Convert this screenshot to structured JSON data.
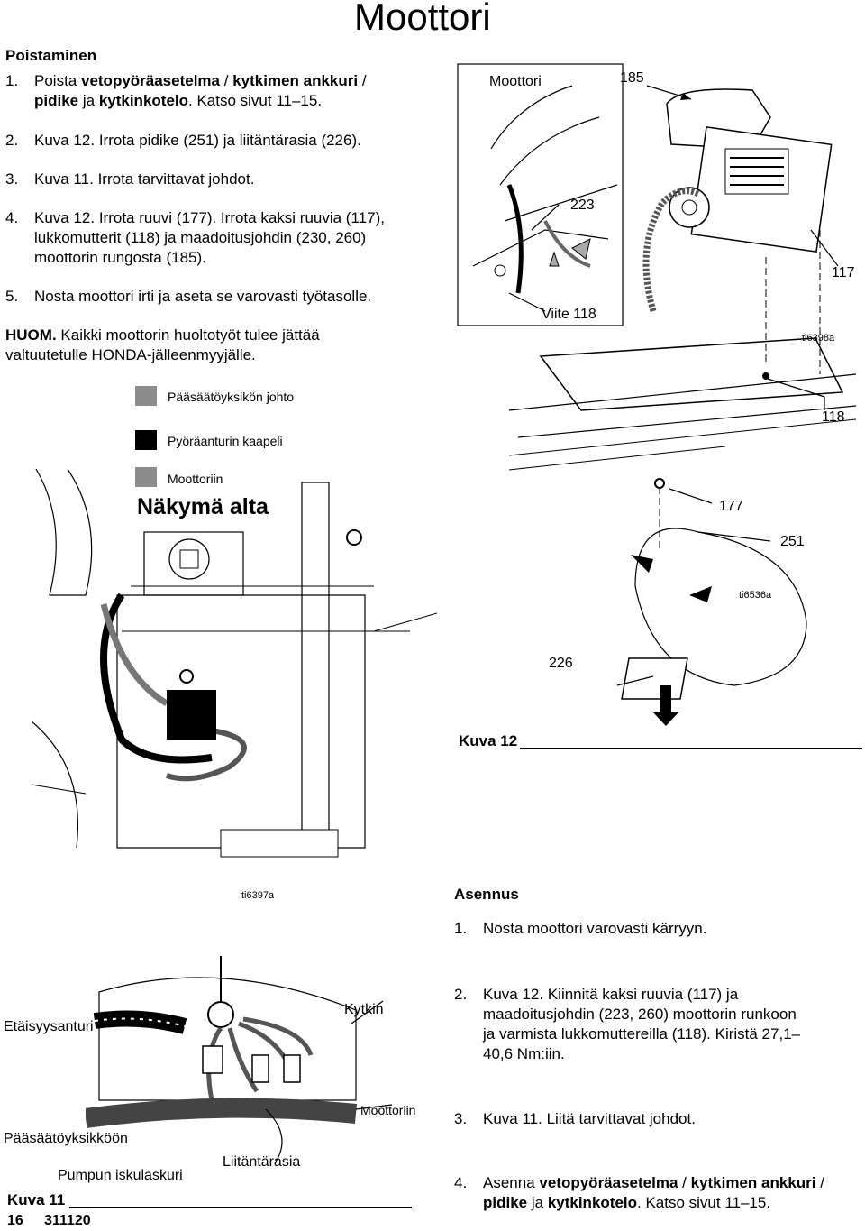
{
  "page": {
    "title": "Moottori",
    "footer_page": "16",
    "footer_doc": "311120"
  },
  "removal": {
    "heading": "Poistaminen",
    "steps": [
      {
        "num": "1.",
        "pre": "Poista ",
        "b1": "vetopyöräasetelma",
        "mid1": " / ",
        "b2": "kytkimen ankkuri",
        "mid2": " / ",
        "b3": "pidike",
        "mid3": " ja ",
        "b4": "kytkinkotelo",
        "post": ". Katso sivut 11–15."
      },
      {
        "num": "2.",
        "text": "Kuva 12. Irrota pidike (251) ja liitäntärasia (226)."
      },
      {
        "num": "3.",
        "text": "Kuva 11. Irrota tarvittavat johdot."
      },
      {
        "num": "4.",
        "text": "Kuva 12. Irrota ruuvi (177). Irrota kaksi ruuvia (117), lukkomutterit (118) ja maadoitusjohdin (230, 260) moottorin rungosta (185)."
      },
      {
        "num": "5.",
        "text": "Nosta moottori irti ja aseta se varovasti työtasolle."
      }
    ],
    "note_label": "HUOM.",
    "note_text": " Kaikki moottorin huoltotyöt tulee jättää valtuutetulle HONDA-jälleenmyyjälle."
  },
  "legend": [
    {
      "label": "Pääsäätöyksikön johto",
      "color": "#8c8c8c"
    },
    {
      "label": "Pyöräanturin kaapeli",
      "color": "#000000"
    },
    {
      "label": "Moottoriin",
      "color": "#8c8c8c"
    }
  ],
  "fig_top": {
    "inset_label": "Moottori",
    "callouts": {
      "c185": "185",
      "c223": "223",
      "c117": "117",
      "c118": "118",
      "viite": "Viite 118",
      "ref": "ti6398a"
    }
  },
  "fig_underside": {
    "title": "Näkymä alta",
    "ref": "ti6397a"
  },
  "fig12": {
    "callouts": {
      "c177": "177",
      "c251": "251",
      "c226": "226",
      "ref": "ti6536a"
    },
    "caption": "Kuva 12"
  },
  "install": {
    "heading": "Asennus",
    "steps": [
      {
        "num": "1.",
        "text": "Nosta moottori varovasti kärryyn."
      },
      {
        "num": "2.",
        "text": "Kuva 12. Kiinnitä kaksi ruuvia (117) ja maadoitusjohdin (223, 260) moottorin runkoon ja varmista lukkomuttereilla (118). Kiristä 27,1–40,6 Nm:iin."
      },
      {
        "num": "3.",
        "text": "Kuva 11. Liitä tarvittavat johdot."
      },
      {
        "num": "4.",
        "pre": "Asenna ",
        "b1": "vetopyöräasetelma",
        "mid1": " / ",
        "b2": "kytkimen ankkuri",
        "mid2": " / ",
        "b3": "pidike",
        "mid3": " ja ",
        "b4": "kytkinkotelo",
        "post": ". Katso sivut 11–15."
      }
    ]
  },
  "fig11": {
    "labels": {
      "etaisyys": "Etäisyysanturi",
      "kytkin": "Kytkin",
      "moottoriin": "Moottoriin",
      "paasaato": "Pääsäätöyksikköön",
      "liitanta": "Liitäntärasia",
      "pumpun": "Pumpun iskulaskuri"
    },
    "caption": "Kuva 11"
  }
}
